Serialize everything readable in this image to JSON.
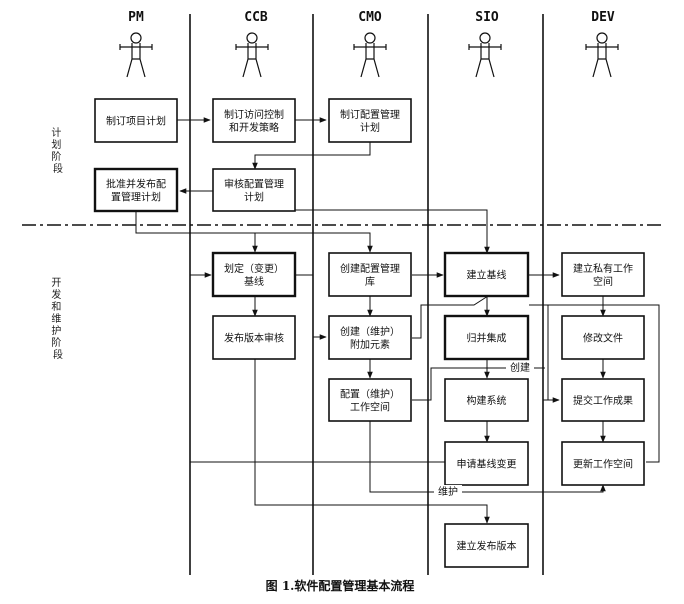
{
  "roles": [
    "PM",
    "CCB",
    "CMO",
    "SIO",
    "DEV"
  ],
  "phases": {
    "planning": "计划阶段",
    "dev_maint": "开发和维护阶段"
  },
  "boxes": {
    "pm_plan": [
      "制订项目计划"
    ],
    "ccb_access": [
      "制订访问控制",
      "和开发策略"
    ],
    "cmo_cmplan": [
      "制订配置管理",
      "计划"
    ],
    "ccb_review": [
      "审核配置管理",
      "计划"
    ],
    "pm_approve": [
      "批准并发布配",
      "置管理计划"
    ],
    "ccb_baseline": [
      "划定（变更）",
      "基线"
    ],
    "cmo_library": [
      "创建配置管理",
      "库"
    ],
    "sio_baseline": [
      "建立基线"
    ],
    "dev_private": [
      "建立私有工作",
      "空间"
    ],
    "cmo_extra": [
      "创建（维护）",
      "附加元素"
    ],
    "ccb_release_review": [
      "发布版本审核"
    ],
    "sio_merge": [
      "归并集成"
    ],
    "dev_modify": [
      "修改文件"
    ],
    "cmo_workspace": [
      "配置（维护）",
      "工作空间"
    ],
    "sio_build": [
      "构建系统"
    ],
    "dev_submit": [
      "提交工作成果"
    ],
    "sio_change": [
      "申请基线变更"
    ],
    "dev_update": [
      "更新工作空间"
    ],
    "sio_release": [
      "建立发布版本"
    ]
  },
  "edge_labels": {
    "create": "创建",
    "maintain": "维护"
  },
  "caption": "图 1.软件配置管理基本流程"
}
